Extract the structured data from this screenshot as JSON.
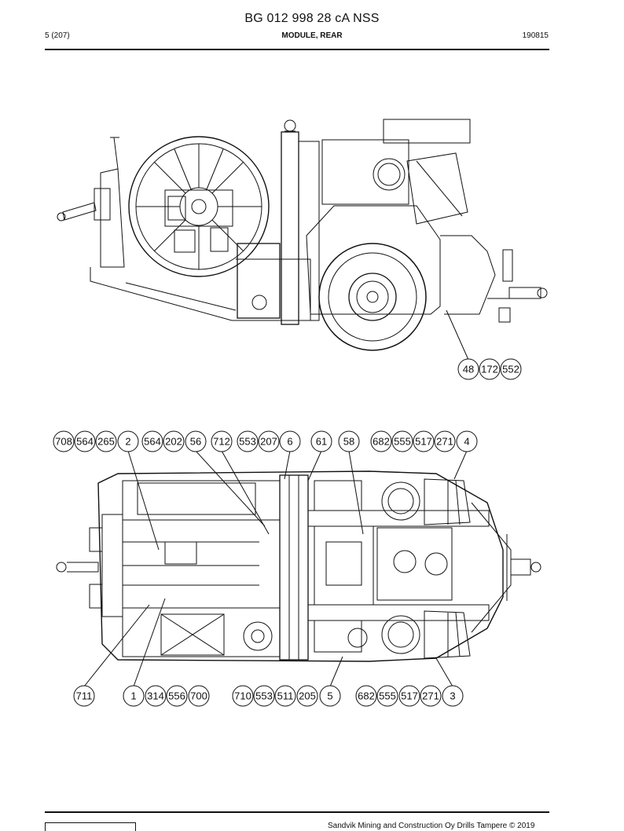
{
  "header": {
    "doc_title": "BG 012 998 28 cA NSS",
    "page": "5 (207)",
    "section": "MODULE, REAR",
    "date": "190815"
  },
  "side_view": {
    "callouts": [
      "48",
      "172",
      "552"
    ]
  },
  "top_view": {
    "callouts_top": [
      "708",
      "564",
      "265",
      "2",
      "564",
      "202",
      "56",
      "712",
      "553",
      "207",
      "6",
      "61",
      "58",
      "682",
      "555",
      "517",
      "271",
      "4"
    ],
    "callouts_bottom": [
      "711",
      "1",
      "314",
      "556",
      "700",
      "710",
      "553",
      "511",
      "205",
      "5",
      "682",
      "555",
      "517",
      "271",
      "3"
    ]
  },
  "footer": {
    "copyright": "Sandvik Mining and Construction Oy Drills Tampere © 2019"
  }
}
